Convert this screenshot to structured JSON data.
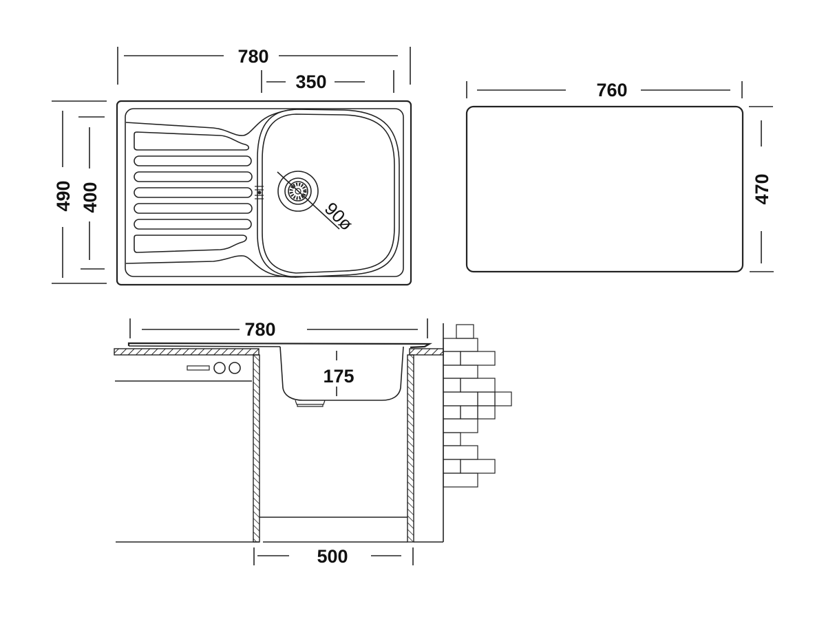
{
  "drawing": {
    "title": "Kitchen sink dimension drawing",
    "colors": {
      "line": "#222222",
      "text": "#111111",
      "background": "#ffffff"
    },
    "top_view": {
      "overall_width": "780",
      "bowl_width": "350",
      "overall_depth": "490",
      "inner_depth": "400",
      "drain_diameter": "90ø"
    },
    "cutout_view": {
      "cutout_width": "760",
      "cutout_depth": "470"
    },
    "section_view": {
      "overall_width": "780",
      "bowl_depth": "175",
      "cabinet_width": "500"
    }
  }
}
